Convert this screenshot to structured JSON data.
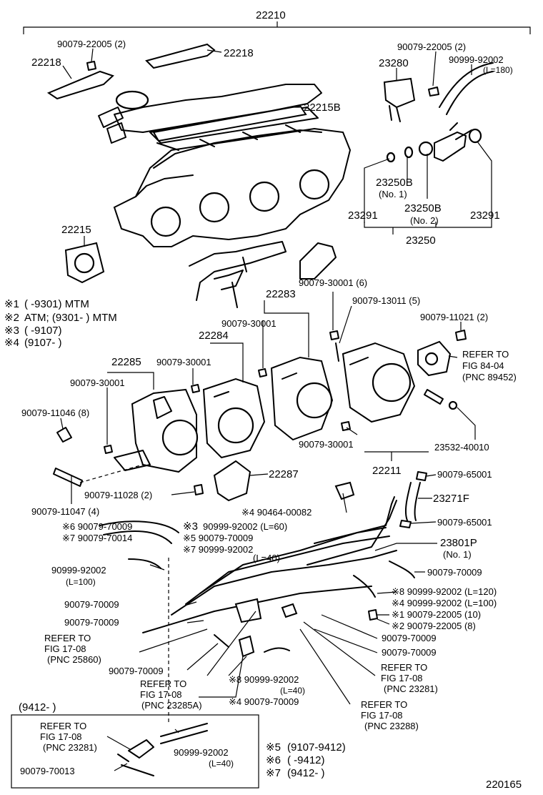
{
  "diagram": {
    "title_part": "22210",
    "figure_number": "220165",
    "labels": {
      "p_22218_left": "22218",
      "p_22218_right": "22218",
      "p_90079_22005_a": "90079-22005 (2)",
      "p_22215B": "22215B",
      "p_90079_22005_b": "90079-22005 (2)",
      "p_90999_92002_a": "90999-92002",
      "p_L180": "(L=180)",
      "p_23280": "23280",
      "p_23250B_1": "23250B",
      "p_no1_a": "(No. 1)",
      "p_23250B_2": "23250B",
      "p_no2": "(No. 2)",
      "p_23291_left": "23291",
      "p_23291_right": "23291",
      "p_23250": "23250",
      "p_22215": "22215",
      "p_90079_30001_6": "90079-30001 (6)",
      "p_90079_13011_5": "90079-13011 (5)",
      "p_22283": "22283",
      "p_90079_30001_b": "90079-30001",
      "p_22284": "22284",
      "p_90079_11021_2": "90079-11021 (2)",
      "p_refer_84_1": "REFER TO",
      "p_refer_84_2": "FIG 84-04",
      "p_refer_84_3": "(PNC 89452)",
      "p_22285": "22285",
      "p_90079_30001_c": "90079-30001",
      "p_90079_30001_d": "90079-30001",
      "p_90079_11046": "90079-11046 (8)",
      "p_90079_30001_e": "90079-30001",
      "p_23532_40010": "23532-40010",
      "p_22211": "22211",
      "p_22287": "22287",
      "p_90079_65001_a": "90079-65001",
      "p_90079_11028": "90079-11028 (2)",
      "p_23271F": "23271F",
      "p_90079_11047": "90079-11047 (4)",
      "p_90079_65001_b": "90079-65001",
      "p_x4_90464": "※4 90464-00082",
      "p_x6_70009": "※6 90079-70009",
      "p_x7_70014": "※7 90079-70014",
      "p_x3_92002": "※3",
      "p_x3_92002_b": "90999-92002 (L=60)",
      "p_x5_70009": "※5 90079-70009",
      "p_x7_92002": "※7  90999-92002",
      "p_23801P": "23801P",
      "p_no1_b": "(No. 1)",
      "p_90999_92002_c": "90999-92002",
      "p_L100_a": "(L=100)",
      "p_L40_a": "(L=40)",
      "p_90079_70009_a": "90079-70009",
      "p_90079_70009_b": "90079-70009",
      "p_90079_70009_c": "90079-70009",
      "p_x8_92002": "※8 90999-92002 (L=120)",
      "p_x4_92002": "※4 90999-92002 (L=100)",
      "p_x1_22005": "※1 90079-22005 (10)",
      "p_x2_22005": "※2 90079-22005 (8)",
      "p_refer_25860_1": "REFER TO",
      "p_refer_25860_2": "FIG 17-08",
      "p_refer_25860_3": "(PNC 25860)",
      "p_90079_70009_d": "90079-70009",
      "p_90079_70009_e": "90079-70009",
      "p_90079_70009_f": "90079-70009",
      "p_refer_23281_1": "REFER TO",
      "p_refer_23281_2": "FIG 17-08",
      "p_refer_23281_3": "(PNC 23281)",
      "p_refer_23285A_1": "REFER TO",
      "p_refer_23285A_2": "FIG 17-08",
      "p_refer_23285A_3": "(PNC 23285A)",
      "p_x8_92002_b": "※8 90999-92002",
      "p_L40_b": "(L=40)",
      "p_x4_70009": "※4 90079-70009",
      "p_refer_23288_1": "REFER TO",
      "p_refer_23288_2": "FIG 17-08",
      "p_refer_23288_3": "(PNC 23288)"
    },
    "notes": [
      {
        "mark": "※1",
        "text": "(      -9301) MTM"
      },
      {
        "mark": "※2",
        "text": "ATM; (9301-        ) MTM"
      },
      {
        "mark": "※3",
        "text": "(      -9107)"
      },
      {
        "mark": "※4",
        "text": "(9107-      )"
      }
    ],
    "notes_bottom": [
      {
        "mark": "※5",
        "text": "(9107-9412)"
      },
      {
        "mark": "※6",
        "text": "(      -9412)"
      },
      {
        "mark": "※7",
        "text": "(9412-      )"
      }
    ],
    "inset": {
      "title": "(9412-        )",
      "refer_1": "REFER TO",
      "refer_2": "FIG 17-08",
      "refer_3": "(PNC 23281)",
      "hose": "90999-92002",
      "hose_len": "(L=40)",
      "clip": "90079-70013"
    }
  }
}
